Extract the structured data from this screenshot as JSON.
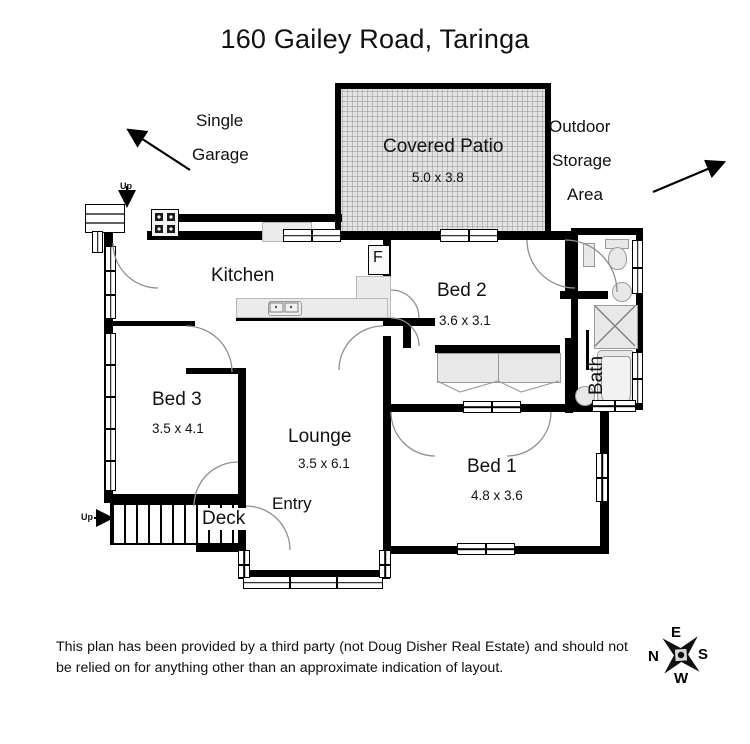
{
  "title": "160 Gailey Road, Taringa",
  "annotations": {
    "single_garage": [
      "Single",
      "Garage"
    ],
    "outdoor_storage": [
      "Outdoor",
      "Storage",
      "Area"
    ],
    "up_stairs_top": "Up",
    "up_stairs_deck": "Up",
    "entry": "Entry",
    "deck": "Deck",
    "fridge": "F"
  },
  "rooms": [
    {
      "name": "Covered Patio",
      "dim": "5.0 x 3.8"
    },
    {
      "name": "Kitchen",
      "dim": ""
    },
    {
      "name": "Bed 2",
      "dim": "3.6 x 3.1"
    },
    {
      "name": "Bath",
      "dim": ""
    },
    {
      "name": "Bed 3",
      "dim": "3.5 x 4.1"
    },
    {
      "name": "Lounge",
      "dim": "3.5 x 6.1"
    },
    {
      "name": "Bed 1",
      "dim": "4.8 x 3.6"
    }
  ],
  "disclaimer": "This plan has been provided by a third party (not Doug Disher Real Estate) and should not be relied on for anything other than an approximate indication of layout.",
  "compass": {
    "n": "N",
    "e": "E",
    "s": "S",
    "w": "W"
  },
  "colors": {
    "wall": "#000000",
    "fixture_fill": "#e8e8e8",
    "patio_fill": "#e3e3e3",
    "background": "#ffffff",
    "text": "#111111"
  }
}
